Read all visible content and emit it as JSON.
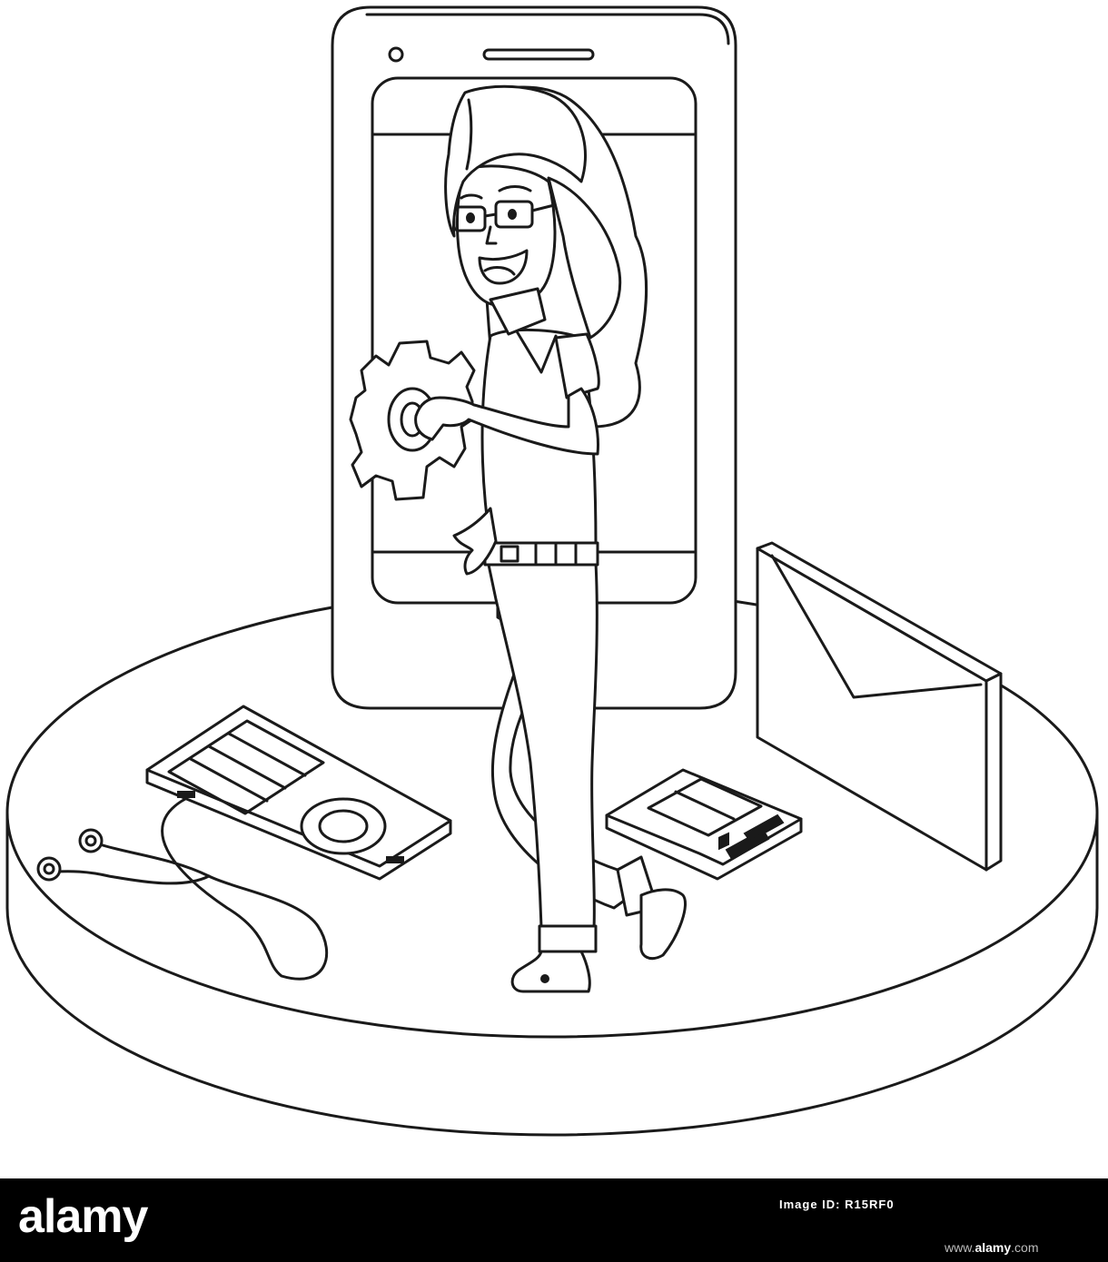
{
  "watermark": {
    "brand": "alamy",
    "image_id_label": "Image ID:",
    "image_id": "R15RF0",
    "url_prefix": "www.",
    "url_domain": "alamy",
    "url_suffix": ".com"
  },
  "colors": {
    "line": "#1a1a1a",
    "background": "#ffffff",
    "banner": "#000000",
    "banner_text": "#ffffff"
  },
  "icons": [
    "smartphone-icon",
    "gear-icon",
    "mp3-player-icon",
    "earphones-icon",
    "sd-card-icon",
    "envelope-icon"
  ]
}
